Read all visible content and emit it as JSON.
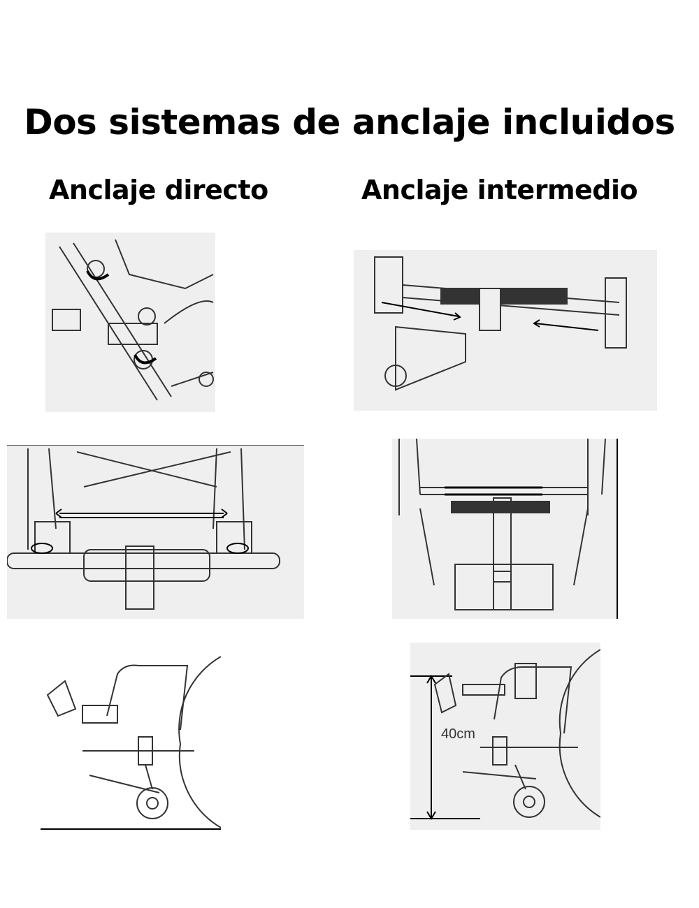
{
  "title": "Dos sistemas de anclaje incluidos",
  "columns": [
    {
      "heading": "Anclaje directo"
    },
    {
      "heading": "Anclaje intermedio"
    }
  ],
  "figures": {
    "height_measurement_label": "40cm"
  }
}
